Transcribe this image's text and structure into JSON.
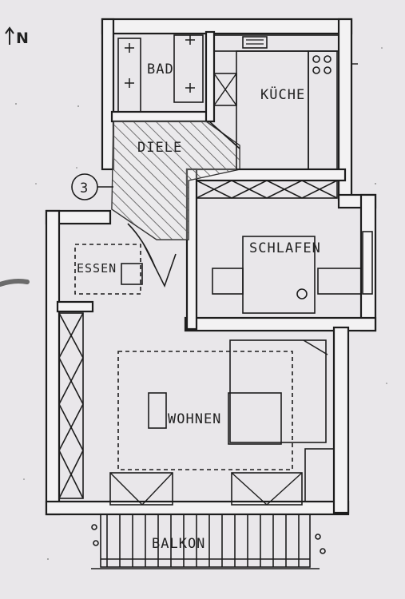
{
  "north_label": "N",
  "marker_number": "3",
  "rooms": {
    "bad": "BAD",
    "kueche": "KÜCHE",
    "diele": "DIELE",
    "schlafen": "SCHLAFEN",
    "essen": "ESSEN",
    "wohnen": "WOHNEN",
    "balkon": "BALKON"
  }
}
